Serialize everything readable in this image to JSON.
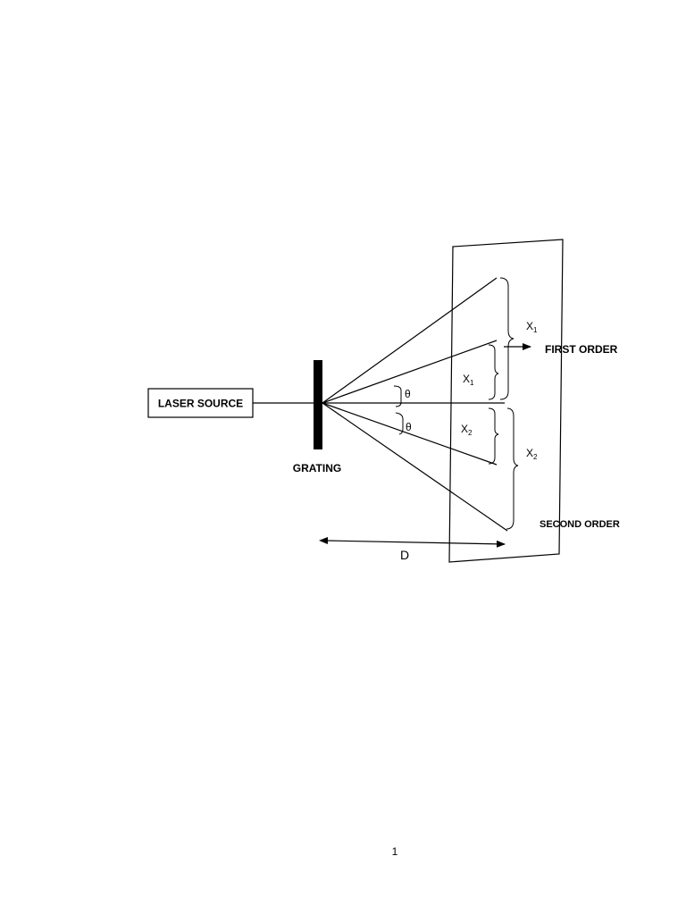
{
  "diagram": {
    "laser_source": "LASER SOURCE",
    "grating": "GRATING",
    "first_order": "FIRST ORDER",
    "second_order": "SECOND ORDER",
    "distance": "D",
    "theta_upper": "θ",
    "theta_lower": "θ",
    "x1_outer": {
      "base": "X",
      "sub": "1"
    },
    "x1_inner": {
      "base": "X",
      "sub": "1"
    },
    "x2_inner": {
      "base": "X",
      "sub": "2"
    },
    "x2_outer": {
      "base": "X",
      "sub": "2"
    }
  },
  "footer": {
    "page_number": "1"
  }
}
